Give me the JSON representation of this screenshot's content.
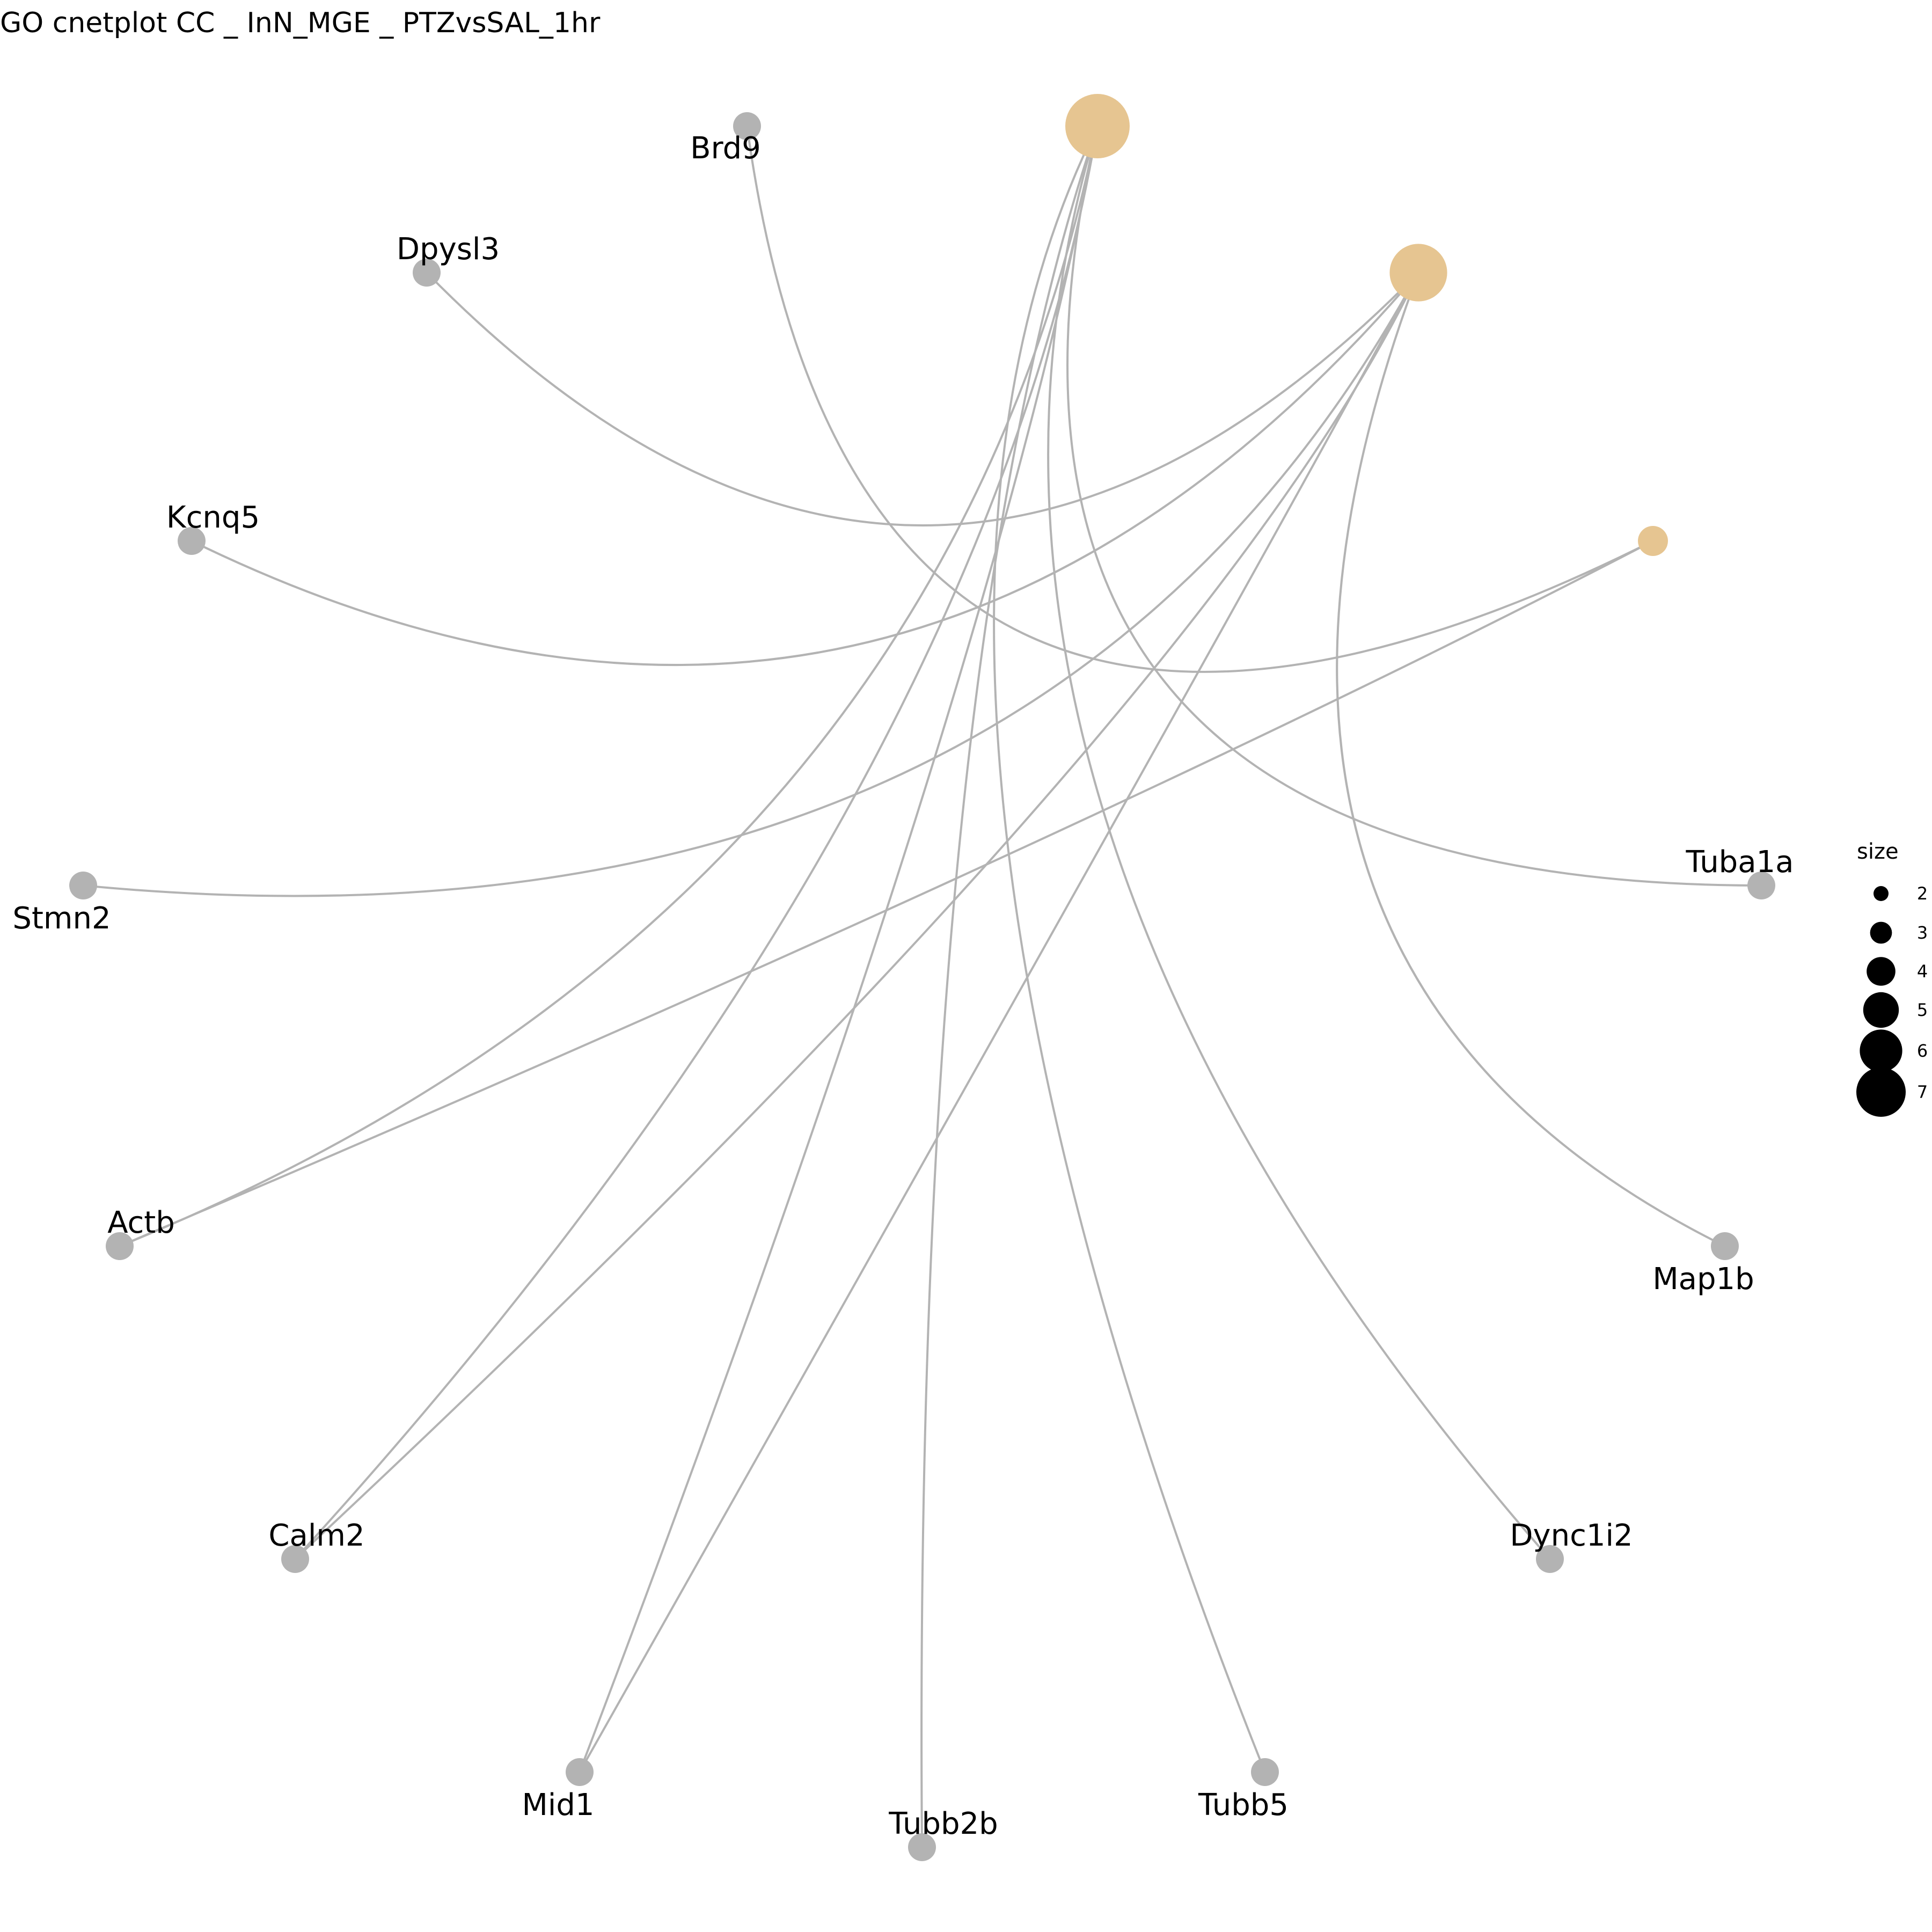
{
  "title": "GO cnetplot  CC _ InN_MGE _ PTZvsSAL_1hr",
  "colors": {
    "edge": "#b3b3b3",
    "gene_node": "#b3b3b3",
    "category_node": "#e6c591",
    "legend_dot": "#000000"
  },
  "category_nodes": [
    {
      "id": "cat1",
      "size": 7
    },
    {
      "id": "cat2",
      "size": 6
    },
    {
      "id": "cat3",
      "size": 2
    }
  ],
  "gene_nodes": [
    {
      "id": "brd9",
      "label": "Brd9"
    },
    {
      "id": "dpysl3",
      "label": "Dpysl3"
    },
    {
      "id": "kcnq5",
      "label": "Kcnq5"
    },
    {
      "id": "stmn2",
      "label": "Stmn2"
    },
    {
      "id": "actb",
      "label": "Actb"
    },
    {
      "id": "calm2",
      "label": "Calm2"
    },
    {
      "id": "mid1",
      "label": "Mid1"
    },
    {
      "id": "tubb2b",
      "label": "Tubb2b"
    },
    {
      "id": "tubb5",
      "label": "Tubb5"
    },
    {
      "id": "dync1i2",
      "label": "Dync1i2"
    },
    {
      "id": "map1b",
      "label": "Map1b"
    },
    {
      "id": "tuba1a",
      "label": "Tuba1a"
    }
  ],
  "edges": [
    {
      "from": "cat1",
      "to": "actb"
    },
    {
      "from": "cat1",
      "to": "calm2"
    },
    {
      "from": "cat1",
      "to": "mid1"
    },
    {
      "from": "cat1",
      "to": "tubb2b"
    },
    {
      "from": "cat1",
      "to": "tubb5"
    },
    {
      "from": "cat1",
      "to": "dync1i2"
    },
    {
      "from": "cat1",
      "to": "tuba1a"
    },
    {
      "from": "cat2",
      "to": "dpysl3"
    },
    {
      "from": "cat2",
      "to": "kcnq5"
    },
    {
      "from": "cat2",
      "to": "stmn2"
    },
    {
      "from": "cat2",
      "to": "calm2"
    },
    {
      "from": "cat2",
      "to": "mid1"
    },
    {
      "from": "cat2",
      "to": "map1b"
    },
    {
      "from": "cat3",
      "to": "brd9"
    },
    {
      "from": "cat3",
      "to": "actb"
    }
  ],
  "legend": {
    "title": "size",
    "entries": [
      {
        "label": "2",
        "size": 2
      },
      {
        "label": "3",
        "size": 3
      },
      {
        "label": "4",
        "size": 4
      },
      {
        "label": "5",
        "size": 5
      },
      {
        "label": "6",
        "size": 6
      },
      {
        "label": "7",
        "size": 7
      }
    ]
  }
}
